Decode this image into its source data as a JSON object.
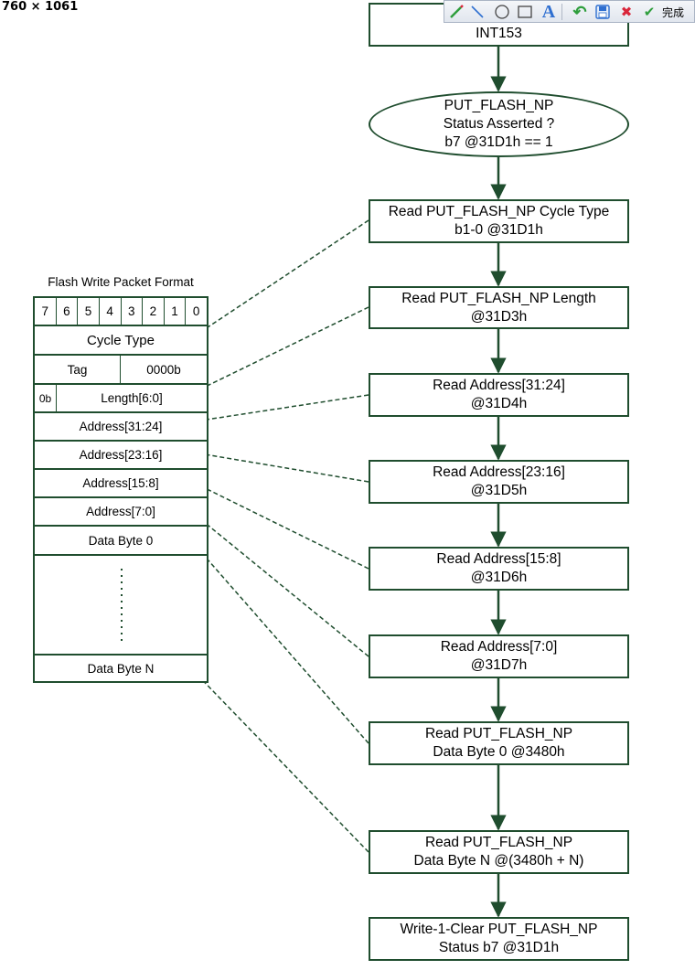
{
  "caption": "760 × 1061",
  "toolbar": {
    "items": [
      {
        "icon": "pencil-icon"
      },
      {
        "icon": "line-icon"
      },
      {
        "icon": "ellipse-icon"
      },
      {
        "icon": "rectangle-icon"
      },
      {
        "icon": "text-icon",
        "glyph": "A"
      },
      {
        "icon": "undo-icon",
        "glyph": "↶"
      },
      {
        "icon": "save-icon"
      },
      {
        "icon": "cancel-icon",
        "glyph": "✖"
      },
      {
        "icon": "check-icon",
        "glyph": "✔"
      }
    ],
    "done_label": "完成"
  },
  "flowchart": {
    "nodes": [
      {
        "id": "intr",
        "text": "eSPI\nINT153"
      },
      {
        "id": "status",
        "text": "PUT_FLASH_NP\nStatus Asserted ?\nb7 @31D1h == 1"
      },
      {
        "id": "cycle",
        "text": "Read PUT_FLASH_NP Cycle Type\nb1-0 @31D1h"
      },
      {
        "id": "length",
        "text": "Read PUT_FLASH_NP Length\n@31D3h"
      },
      {
        "id": "a3124",
        "text": "Read Address[31:24]\n@31D4h"
      },
      {
        "id": "a2316",
        "text": "Read Address[23:16]\n@31D5h"
      },
      {
        "id": "a158",
        "text": "Read Address[15:8]\n@31D6h"
      },
      {
        "id": "a70",
        "text": "Read Address[7:0]\n@31D7h"
      },
      {
        "id": "db0",
        "text": "Read PUT_FLASH_NP\nData Byte 0 @3480h"
      },
      {
        "id": "dbn",
        "text": "Read PUT_FLASH_NP\nData Byte N @(3480h + N)"
      },
      {
        "id": "clear",
        "text": "Write-1-Clear PUT_FLASH_NP\nStatus b7 @31D1h"
      }
    ]
  },
  "packet": {
    "title": "Flash Write Packet Format",
    "bits": [
      "7",
      "6",
      "5",
      "4",
      "3",
      "2",
      "1",
      "0"
    ],
    "cycle_type": "Cycle Type",
    "tag": "Tag",
    "tag_value": "0000b",
    "length_prefix": "0b",
    "length": "Length[6:0]",
    "addr_3124": "Address[31:24]",
    "addr_2316": "Address[23:16]",
    "addr_158": "Address[15:8]",
    "addr_70": "Address[7:0]",
    "data_byte_0": "Data Byte 0",
    "data_byte_n": "Data Byte N"
  },
  "colors": {
    "line": "#1f4d2e",
    "toolbar_red": "#d9263a",
    "toolbar_green": "#2e9e3c",
    "toolbar_blue": "#2f6fd0"
  }
}
